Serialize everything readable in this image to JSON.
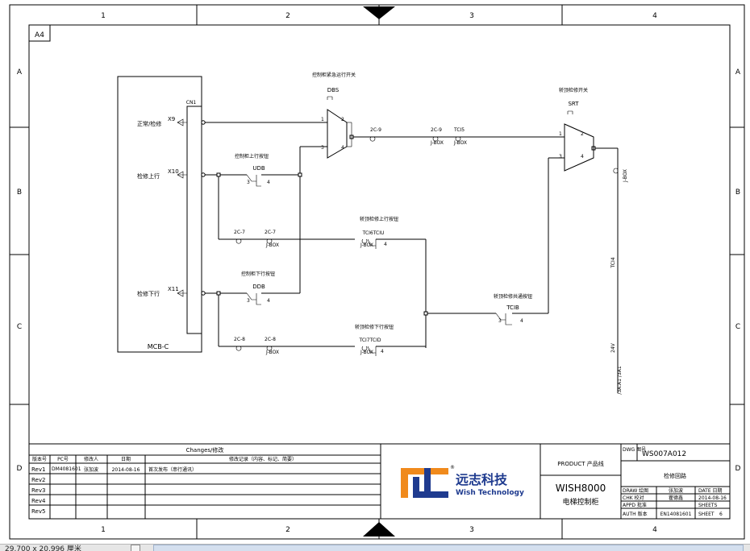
{
  "frame": {
    "columns": [
      "1",
      "2",
      "3",
      "4"
    ],
    "rows": [
      "A",
      "B",
      "C",
      "D"
    ],
    "size": "A4"
  },
  "mcb": {
    "box_label": "MCB-C",
    "connector": "CN1",
    "inputs": [
      {
        "label": "正常/检修",
        "pin": "X9"
      },
      {
        "label": "检修上行",
        "pin": "X10"
      },
      {
        "label": "检修下行",
        "pin": "X11"
      }
    ]
  },
  "switches": {
    "dbs": {
      "title": "控制柜紧急运行开关",
      "name": "DBS",
      "p1": "1",
      "p2": "2",
      "p3": "3",
      "p4": "4"
    },
    "srt": {
      "title": "轿顶检修开关",
      "name": "SRT",
      "p1": "1",
      "p2": "2",
      "p3": "3",
      "p4": "4"
    }
  },
  "buttons": {
    "udb": {
      "title": "控制柜上行按钮",
      "name": "UDB",
      "p3": "3",
      "p4": "4"
    },
    "ddb": {
      "title": "控制柜下行按钮",
      "name": "DDB",
      "p3": "3",
      "p4": "4"
    },
    "tciu": {
      "title": "轿顶检修上行按钮",
      "name": "TCI6TCIU",
      "p4": "4"
    },
    "tcib": {
      "title": "轿顶检修共通按钮",
      "name": "TCIB",
      "p3": "3",
      "p4": "4"
    },
    "tcid": {
      "title": "轿顶检修下行按钮",
      "name": "TCI7TCID",
      "p4": "4"
    }
  },
  "connectors": {
    "c2c9": "2C-9",
    "c2c9b": "2C-9",
    "jbox_a": "J-BOX",
    "tci5": "TCI5",
    "jbox_b": "J-BOX",
    "c2c7": "2C-7",
    "c2c7b": "2C-7",
    "jbox_c": "J-BOX",
    "jbox_d": "J-BOX",
    "c2c8": "2C-8",
    "c2c8b": "2C-8",
    "jbox_e": "J-BOX",
    "jbox_f": "J-BOX"
  },
  "right_wire": {
    "jbox": "J-BOX",
    "tci4": "TCI4",
    "v24": "24V",
    "term": "/3A.A1 /3A1"
  },
  "changes": {
    "title": "Changes/修改",
    "headers": [
      "版本号",
      "PC号",
      "修改人",
      "日期",
      "修改记录（内容、标记、简要）"
    ],
    "rows": [
      {
        "rev": "Rev1",
        "pc": "DM4081601",
        "by": "张加波",
        "date": "2014-08-16",
        "note": "首次发布（串行通讯）"
      },
      {
        "rev": "Rev2",
        "pc": "",
        "by": "",
        "date": "",
        "note": ""
      },
      {
        "rev": "Rev3",
        "pc": "",
        "by": "",
        "date": "",
        "note": ""
      },
      {
        "rev": "Rev4",
        "pc": "",
        "by": "",
        "date": "",
        "note": ""
      },
      {
        "rev": "Rev5",
        "pc": "",
        "by": "",
        "date": "",
        "note": ""
      }
    ]
  },
  "logo": {
    "cn": "远志科技",
    "en": "Wish Technology",
    "reg": "®",
    "colors": {
      "blue": "#1f3b8f",
      "orange": "#f08a1c"
    }
  },
  "product": {
    "label": "PRODUCT 产品线",
    "model": "WISH8000",
    "name": "电梯控制柜"
  },
  "titleblock": {
    "dwg_label": "DWG 图号",
    "dwg_no": "WS007A012",
    "drawing_title": "检修回路",
    "rows": [
      {
        "role": "DRAW 绘图",
        "name": "张加波",
        "extra_label": "DATE 日期",
        "extra": ""
      },
      {
        "role": "CHK 校对",
        "name": "瞿德鑫",
        "extra_label": "",
        "extra": "2014-08-16"
      },
      {
        "role": "APPD 批准",
        "name": "",
        "extra_label": "SHEETS",
        "extra": ""
      },
      {
        "role": "AUTH 版本",
        "name": "EN14081601",
        "extra_label": "SHEET",
        "extra": "6"
      }
    ]
  },
  "status": {
    "coords": "29.700 x 20.996 厘米"
  }
}
